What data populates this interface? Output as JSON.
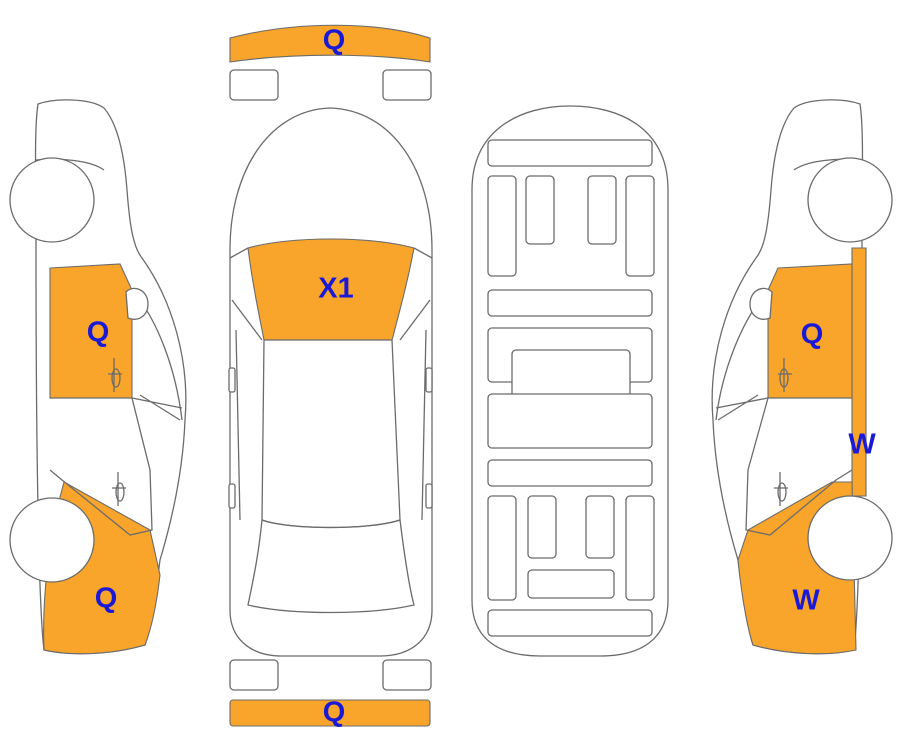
{
  "colors": {
    "damage_fill": "#F9A52B",
    "label_text": "#1a1ad6",
    "outline": "#6b6b6b"
  },
  "labels": {
    "front_bumper": "Q",
    "windshield": "X1",
    "rear_bumper": "Q",
    "left_front_door": "Q",
    "left_front_fender": "Q",
    "right_front_door": "Q",
    "right_side_strip": "W",
    "right_front_fender": "W"
  },
  "icons": {
    "door_handle": "door-handle-icon",
    "wheel": "wheel-icon"
  }
}
